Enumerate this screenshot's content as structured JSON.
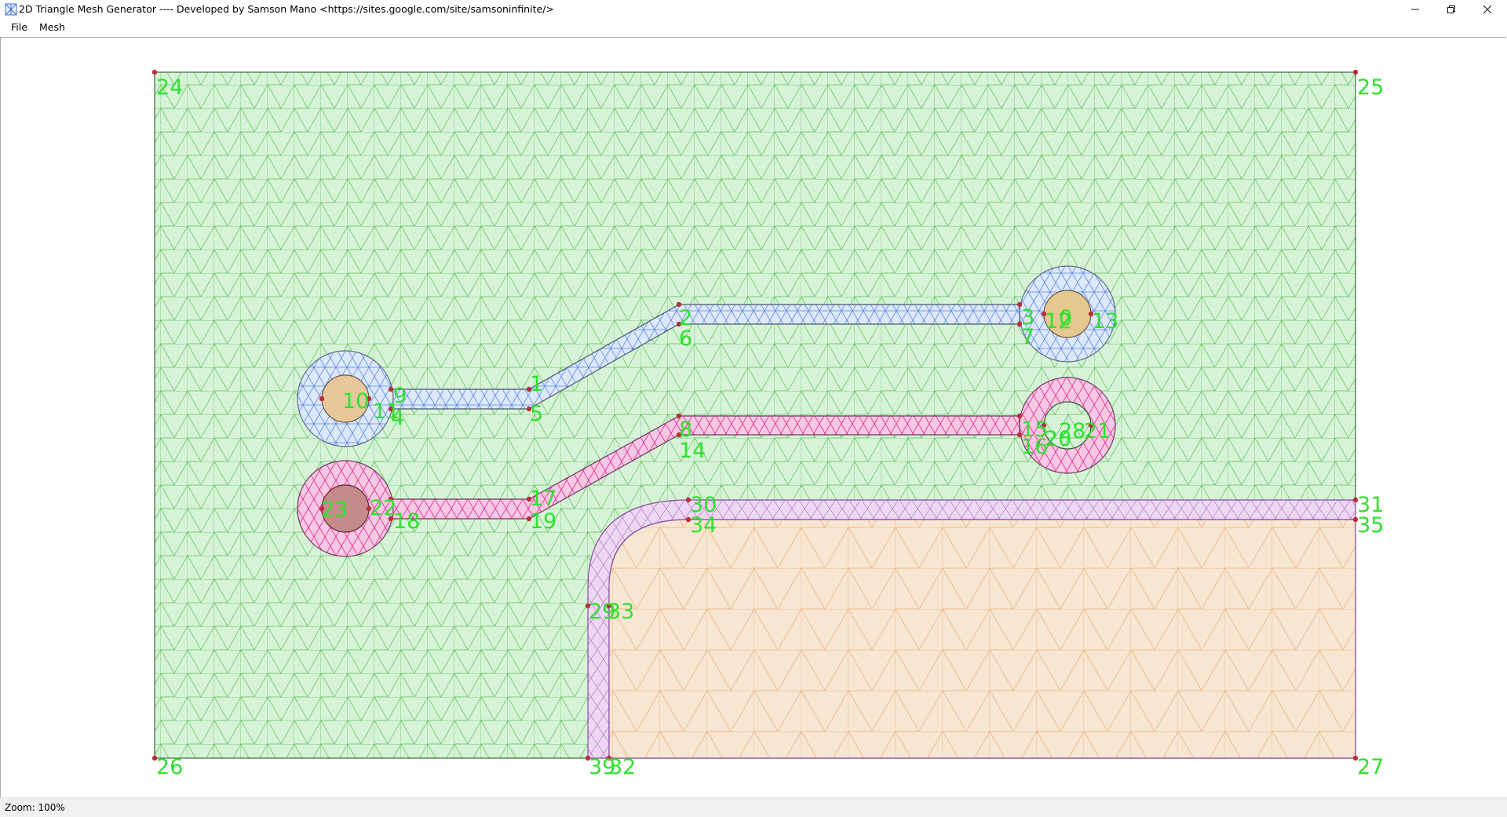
{
  "window": {
    "title": "2D Triangle Mesh Generator ---- Developed by Samson Mano <https://sites.google.com/site/samsoninfinite/>",
    "icon": "mesh-app-icon",
    "controls": [
      "minimize-icon",
      "restore-icon",
      "close-icon"
    ]
  },
  "menu": {
    "file": "File",
    "mesh": "Mesh"
  },
  "status": {
    "zoom": "Zoom: 100%"
  },
  "colors": {
    "green_fill": "#d7f3d7",
    "green_edge": "#2eaa2e",
    "blue_fill": "#dce8fb",
    "blue_edge": "#5a86dc",
    "magenta_fill": "#f6c8e4",
    "magenta_edge": "#e0208c",
    "orange_fill": "#f6e6d2",
    "orange_edge": "#e8a060",
    "lavender_fill": "#ecd8f2",
    "lavender_edge": "#b678c6",
    "label": "#2fe02f",
    "node": "#b5303a"
  },
  "node_labels": [
    "24",
    "25",
    "26",
    "27",
    "31",
    "35",
    "30",
    "34",
    "29",
    "33",
    "39",
    "32",
    "1",
    "5",
    "2",
    "6",
    "3",
    "7",
    "8",
    "14",
    "15",
    "16",
    "17",
    "18",
    "19",
    "9",
    "10",
    "11",
    "12",
    "13",
    "4",
    "20",
    "21",
    "22",
    "23",
    "0",
    "28"
  ]
}
